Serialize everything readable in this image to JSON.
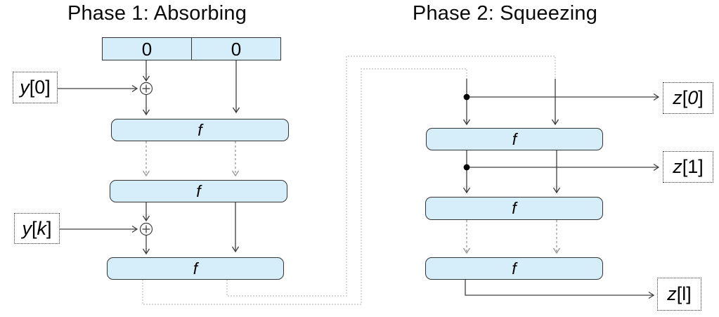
{
  "titles": {
    "phase1": "Phase 1: Absorbing",
    "phase2": "Phase 2: Squeezing"
  },
  "state_box": {
    "cells": [
      "0",
      "0"
    ]
  },
  "absorbing": {
    "rounds": [
      {
        "label": "f"
      },
      {
        "label": "f"
      },
      {
        "label": "f"
      }
    ]
  },
  "squeezing": {
    "rounds": [
      {
        "label": "f"
      },
      {
        "label": "f"
      },
      {
        "label": "f"
      }
    ]
  },
  "inputs": {
    "y0": {
      "var": "y",
      "rest": "[0]"
    },
    "yk": {
      "var": "y",
      "open": "[",
      "idx": "k",
      "close": "]"
    }
  },
  "outputs": {
    "z0": {
      "var": "z",
      "open": "[",
      "idx": "0",
      "close": "]"
    },
    "z1": {
      "var": "z",
      "rest": "[1]"
    },
    "zl": {
      "var": "z",
      "rest": "[l]"
    }
  },
  "icons": {
    "xor_symbol": "⊕",
    "branch_dot": "●",
    "arrowhead": "open-chevron"
  },
  "colors": {
    "box_fill": "#d6eefa",
    "box_border": "#333333",
    "solid_line": "#3d3d3d",
    "dashed_line": "#8f8f8f",
    "feedback_line": "#c9c9c9",
    "text": "#000000"
  }
}
